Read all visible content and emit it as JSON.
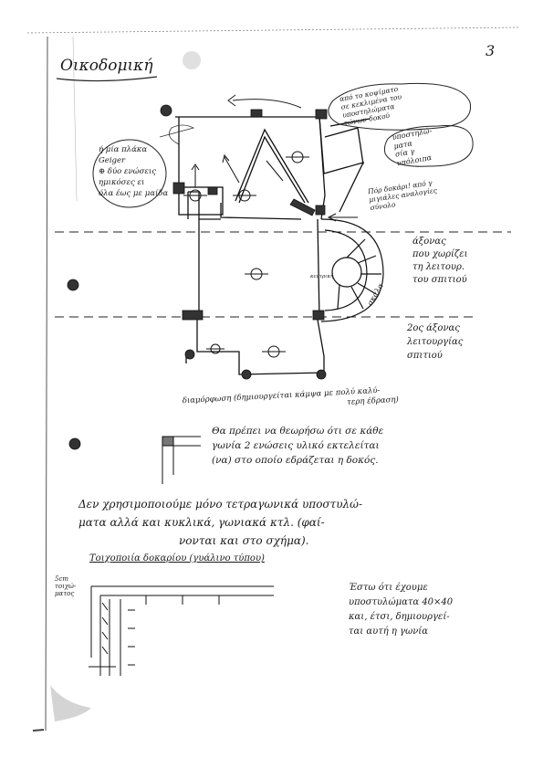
{
  "page_number": "3",
  "title": "Οικοδομική",
  "labels": {
    "slab_note": [
      "ή μία πλάκα",
      "Geiger",
      "⊕ δύο ενώσεις",
      "ημικόσες ει",
      "όλα έως με μαίδα"
    ],
    "top_note": [
      "από το κοψίματο",
      "σε κεκλιμένα του",
      "υποστηλώματα",
      "τώνων δοκού"
    ],
    "right_cloud": [
      "υποστηλώ-",
      "ματα",
      "σία γ",
      "υπόλοιπα"
    ],
    "door_note": [
      "Πόρ δοκάρι! από γ",
      "μιγιάλες αναλογίες",
      "σύνολο"
    ],
    "axis1": [
      "άξονας",
      "που χωρίζει",
      "τη λειτουρ.",
      "του σπιτιού"
    ],
    "axis2": [
      "2ος άξονας",
      "λειτουργίας",
      "σπιτιού"
    ],
    "stair_label": "σκάλα",
    "stair_small": "κεντρική",
    "note1": [
      "διαμόρφωση (δημιουργείται κάμψα με πολύ καλύ-",
      "τερη έδραση)"
    ],
    "note2": [
      "Θα πρέπει να θεωρήσω ότι σε κάθε",
      "γωνία 2 ενώσεις υλικό εκτελείται",
      "(να) στο οποίο εδράζεται η δοκός."
    ],
    "note3": [
      "Δεν χρησιμοποιούμε μόνο τετραγωνικά υποστυλώ-",
      "ματα αλλά και κυκλικά, γωνιακά κτλ. (φαί-",
      "νονται και στο σχήμα)."
    ],
    "wall_title": "Τοιχοποιία δοκαρίου (γυάλινο τύπου)",
    "wall_dim": [
      "5cm",
      "τοιχώ-",
      "ματος"
    ],
    "note4": [
      "Έστω ότι έχουμε",
      "υποστυλώματα 40×40",
      "και, έτσι, δημιουργεί-",
      "ται αυτή η γωνία"
    ]
  }
}
